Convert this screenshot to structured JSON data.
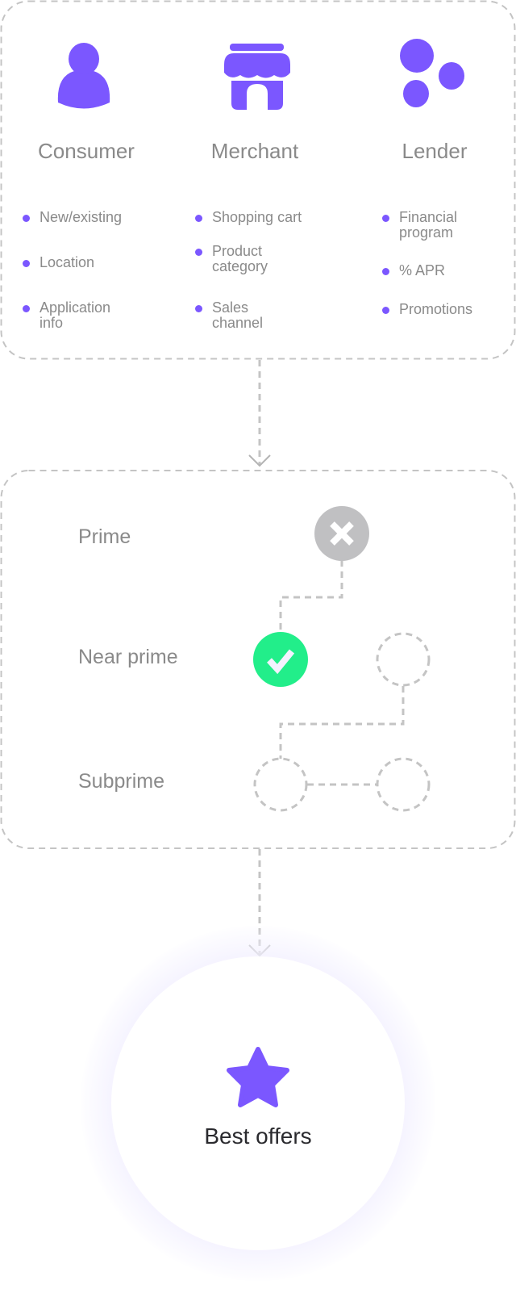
{
  "inputs": {
    "columns": [
      {
        "title": "Consumer",
        "icon": "person-icon",
        "items": [
          "New/existing",
          "Location",
          "Application info"
        ]
      },
      {
        "title": "Merchant",
        "icon": "store-icon",
        "items": [
          "Shopping cart",
          "Product category",
          "Sales channel"
        ]
      },
      {
        "title": "Lender",
        "icon": "dots-cluster-icon",
        "items": [
          "Financial program",
          "% APR",
          "Promotions"
        ]
      }
    ]
  },
  "tiers": {
    "labels": [
      "Prime",
      "Near prime",
      "Subprime"
    ],
    "prime_status": "rejected",
    "near_prime_status": "approved"
  },
  "result": {
    "label": "Best offers",
    "icon": "star-icon"
  },
  "colors": {
    "accent": "#7b57ff",
    "approved": "#22ee8a",
    "rejected": "#c0c0c2",
    "dash": "#c4c4c4",
    "text": "#8a8a8a"
  }
}
